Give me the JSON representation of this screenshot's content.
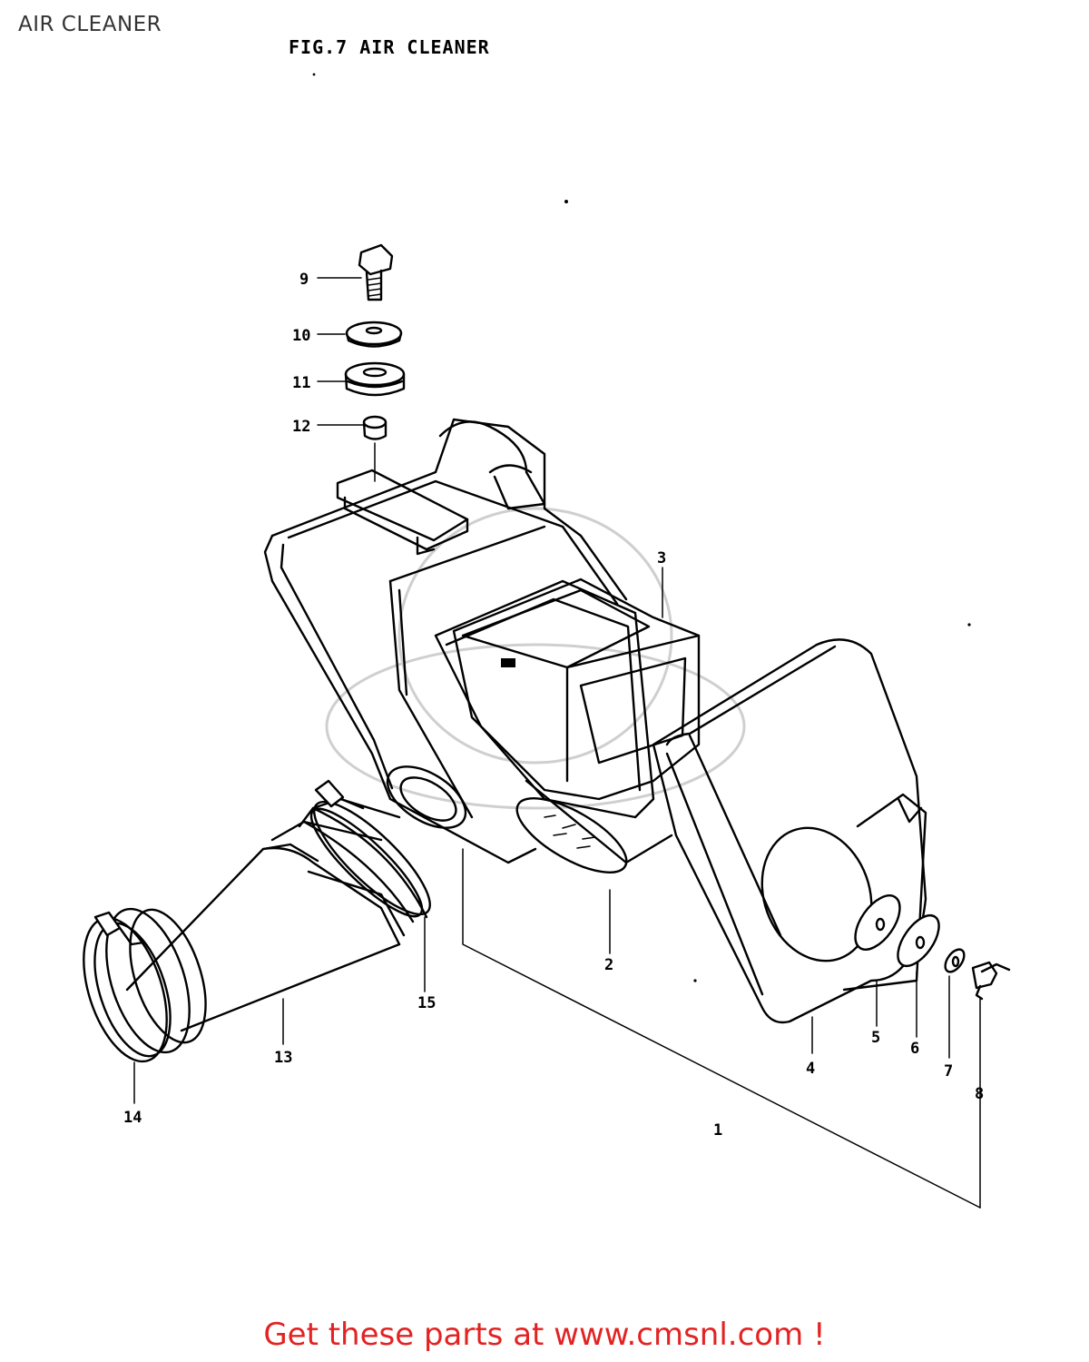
{
  "page": {
    "title": "AIR CLEANER",
    "figure_title": "FIG.7  AIR CLEANER",
    "footer_link": "Get these parts at www.cmsnl.com !",
    "footer_color": "#e32222"
  },
  "callouts": {
    "c1": "1",
    "c2": "2",
    "c3": "3",
    "c4": "4",
    "c5": "5",
    "c6": "6",
    "c7": "7",
    "c8": "8",
    "c9": "9",
    "c10": "10",
    "c11": "11",
    "c12": "12",
    "c13": "13",
    "c14": "14",
    "c15": "15"
  }
}
